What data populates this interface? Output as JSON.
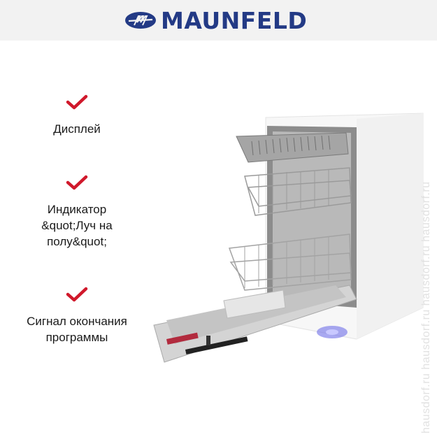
{
  "header": {
    "brand": "MAUNFELD",
    "brand_color": "#233a85",
    "background": "#f2f2f2"
  },
  "features": [
    {
      "icon": "check-icon",
      "label": "Дисплей"
    },
    {
      "icon": "check-icon",
      "label": "Индикатор &quot;Луч на полу&quot;"
    },
    {
      "icon": "check-icon",
      "label": "Сигнал окончания программы"
    }
  ],
  "features_lines": {
    "f1": [
      "Дисплей"
    ],
    "f2": [
      "Индикатор",
      "&quot;Луч на",
      "полу&quot;"
    ],
    "f3": [
      "Сигнал окончания",
      "программы"
    ]
  },
  "check_color": "#d0182b",
  "product": {
    "image": "built-in dishwasher, door open, with floor beam indicator"
  },
  "watermark": {
    "text": "hausdorf.ru   hausdorf.ru   hausdorf.ru   hausdorf.ru"
  }
}
